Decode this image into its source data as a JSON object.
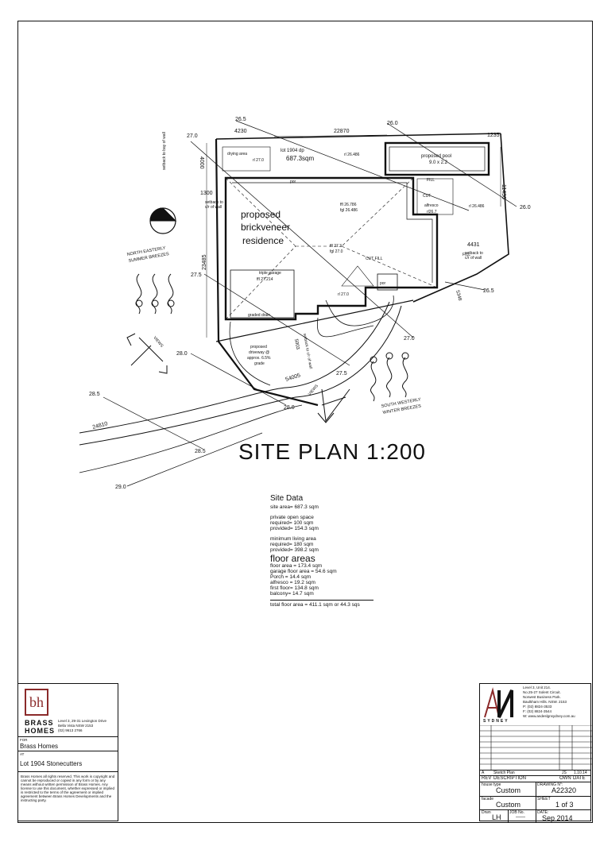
{
  "title": "SITE PLAN 1:200",
  "plan": {
    "lot_label": "lot 1904 dp",
    "lot_area": "687.3sqm",
    "house_label_1": "proposed",
    "house_label_2": "brickveneer",
    "house_label_3": "residence",
    "pool": "proposed pool",
    "pool_size": "9.0 x 2.2",
    "drying_area": "drying area",
    "por": "por",
    "alfresco": "alfresco",
    "alfresco_rl": "rl26.7",
    "fill": "FILL",
    "cut": "CUT",
    "cut_fill": "CUT   FILL",
    "rl_27": "rl 27.0",
    "rl_26486": "rl 26.486",
    "ffl_26786": "ffl 26.786",
    "fgl_26486": "fgl 26.486",
    "ffl_273": "ffl 27.3",
    "fgl_270": "fgl 27.0",
    "triple_garage": "triple garage",
    "garage_ffl": "ffl 27.214",
    "graded_drain": "graded drain",
    "driveway_1": "proposed",
    "driveway_2": "driveway @",
    "driveway_3": "approx. 6.5%",
    "driveway_4": "grade",
    "dim_22870": "22870",
    "dim_4230": "4230",
    "dim_1235": "1235",
    "dim_4000": "4000",
    "dim_1300": "1300",
    "dim_23485": "23485",
    "dim_11430": "11430",
    "dim_4431": "4431",
    "dim_5348": "5348",
    "dim_5003": "5003",
    "dim_54005": "54005",
    "dim_24810": "24810",
    "setback_wall_1": "setback to",
    "setback_wall_2": "c/r of wall",
    "setback_left": "setback to c/r of wall",
    "bay_wall": "setback to bay of wall",
    "level_265a": "26.5",
    "level_260a": "26.0",
    "level_270a": "27.0",
    "level_275a": "27.5",
    "level_280a": "28.0",
    "level_285a": "28.5",
    "level_290a": "29.0",
    "level_265b": "26.5",
    "level_260b": "26.0",
    "level_270b": "27.0",
    "level_275b": "27.5",
    "level_280b": "28.0",
    "level_285b": "28.5",
    "ne_breezes_1": "NORTH EASTERLY",
    "ne_breezes_2": "SUMMER BREEZES",
    "sw_breezes_1": "SOUTH WESTERLY",
    "sw_breezes_2": "WINTER BREEZES",
    "views": "VIEWS"
  },
  "site_data": {
    "heading": "Site Data",
    "site_area": "site area= 687.3 sqm",
    "pos": "private open space",
    "pos_required": "required= 100 sqm",
    "pos_provided": "provided= 154.3 sqm",
    "mla": "minimum living area",
    "mla_required": "required= 180 sqm",
    "mla_provided": "provided= 398.2 sqm",
    "floor_heading": "floor areas",
    "floor_area": "floor area = 173.4 sqm",
    "garage_area": "garage floor area = 54.6 sqm",
    "porch": "Porch = 14.4 sqm",
    "alfresco": "alfresco = 19.2 sqm",
    "first_floor": "first floor= 134.8 sqm",
    "balcony": "balcony= 14.7 sqm",
    "total": "total floor area = 411.1 sqm or 44.3 sqs"
  },
  "left_block": {
    "logo_letters": "bh",
    "brand_1": "BRASS",
    "brand_2": "HOMES",
    "addr_1": "Level 3, 29-31 Lexington Drive",
    "addr_2": "Bella Vista NSW 2153",
    "addr_3": "(02) 9613 2766",
    "for_label": "FOR",
    "client": "Brass Homes",
    "at_label": "AT",
    "site": "Lot 1904 Stonecutters",
    "copyright": "Brass Homes all rights reserved. This work is copyright and cannot be reproduced or copied in any form or by any means without written permission of Brass Homes. Any license to use this document, whether expressed or implied is restricted to the terms of the agreement or implied agreement between Brass Homes Developments and the instructing party."
  },
  "right_block": {
    "company_addr_1": "Level 3, Unit 214.",
    "company_addr_2": "No.25-27 Solent Circuit.",
    "company_addr_3": "Norwest Business Park.",
    "company_addr_4": "Baulkham Hills. NSW. 2153",
    "company_phone": "P: (02) 8824-3533",
    "company_fax": "F: (02) 8824-3544",
    "company_web": "W: www.andeslgnsydney.com.au",
    "logo_word": "SYDNEY",
    "rev_a": "A",
    "rev_a_desc": "Sketch Plan",
    "rev_a_own": "JS",
    "rev_a_date": "1.10.14",
    "rev_hdr": "REV",
    "desc_hdr": "DESCRIPTION",
    "own_hdr": "OWN",
    "date_hdr": "DATE",
    "house_type_label": "house type",
    "house_type": "Custom",
    "drawing_no_label": "DRAWING N°:",
    "drawing_no": "A22320",
    "facade_label": "facade",
    "facade": "Custom",
    "sheet_label": "SHEET",
    "sheet": "1 of 3",
    "drawn_label": "Drwn",
    "drawn": "LH",
    "job_label": "JOB No.",
    "job": "——",
    "date_label": "DATE:",
    "date": "Sep 2014"
  }
}
